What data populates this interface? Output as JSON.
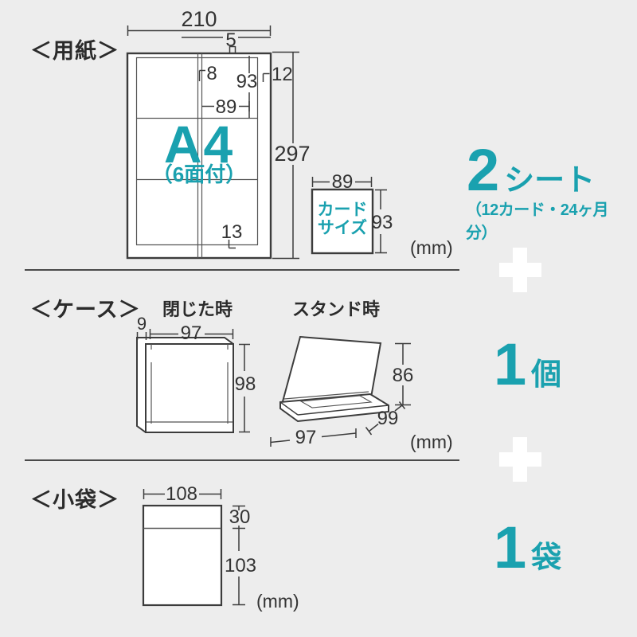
{
  "sections": {
    "paper": {
      "title": "＜用紙＞",
      "sheet": {
        "top_width": "210",
        "height": "297",
        "slit_top": "5",
        "slit_side": "8",
        "card_height": "93",
        "right_margin": "12",
        "card_width": "89",
        "bottom_margin": "13",
        "center_line1": "A4",
        "center_line2": "（6面付）"
      },
      "card": {
        "width": "89",
        "height": "93",
        "label_line1": "カード",
        "label_line2": "サイズ"
      },
      "unit": "(mm)"
    },
    "case": {
      "title": "＜ケース＞",
      "closed": {
        "label": "閉じた時",
        "depth": "9",
        "width": "97",
        "height": "98"
      },
      "stand": {
        "label": "スタンド時",
        "height": "86",
        "depth": "99",
        "width": "97"
      },
      "unit": "(mm)"
    },
    "bag": {
      "title": "＜小袋＞",
      "width": "108",
      "flap_height": "30",
      "body_height": "103",
      "unit": "(mm)"
    },
    "contents": {
      "sheets": {
        "quantity": "2",
        "unit": "シート",
        "note": "（12カード・24ヶ月分）"
      },
      "case": {
        "quantity": "1",
        "unit": "個"
      },
      "bag": {
        "quantity": "1",
        "unit": "袋"
      }
    }
  },
  "colors": {
    "accent_teal": "#1aa1af",
    "background": "#ededed",
    "line_dark": "#3c3c3c"
  }
}
